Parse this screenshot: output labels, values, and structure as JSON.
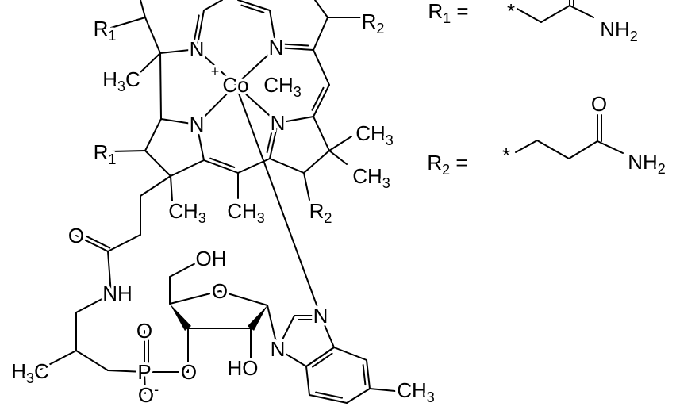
{
  "labels": {
    "n": "N",
    "co": "Co",
    "plus": "+",
    "ch3": [
      "CH",
      "3"
    ],
    "h3c": [
      "H",
      "3",
      "C"
    ],
    "r1": [
      "R",
      "1"
    ],
    "r2": [
      "R",
      "2"
    ],
    "o": "O",
    "o_minus": [
      "O",
      "-"
    ],
    "oh": "OH",
    "ho": "HO",
    "nh": "NH",
    "nh2": [
      "NH",
      "2"
    ],
    "p": "P",
    "star": "*",
    "r1_def": [
      "R",
      "1",
      " ="
    ],
    "r2_def": [
      "R",
      "2",
      " ="
    ]
  },
  "colors": {
    "ink": "#000000",
    "background": "#ffffff"
  }
}
